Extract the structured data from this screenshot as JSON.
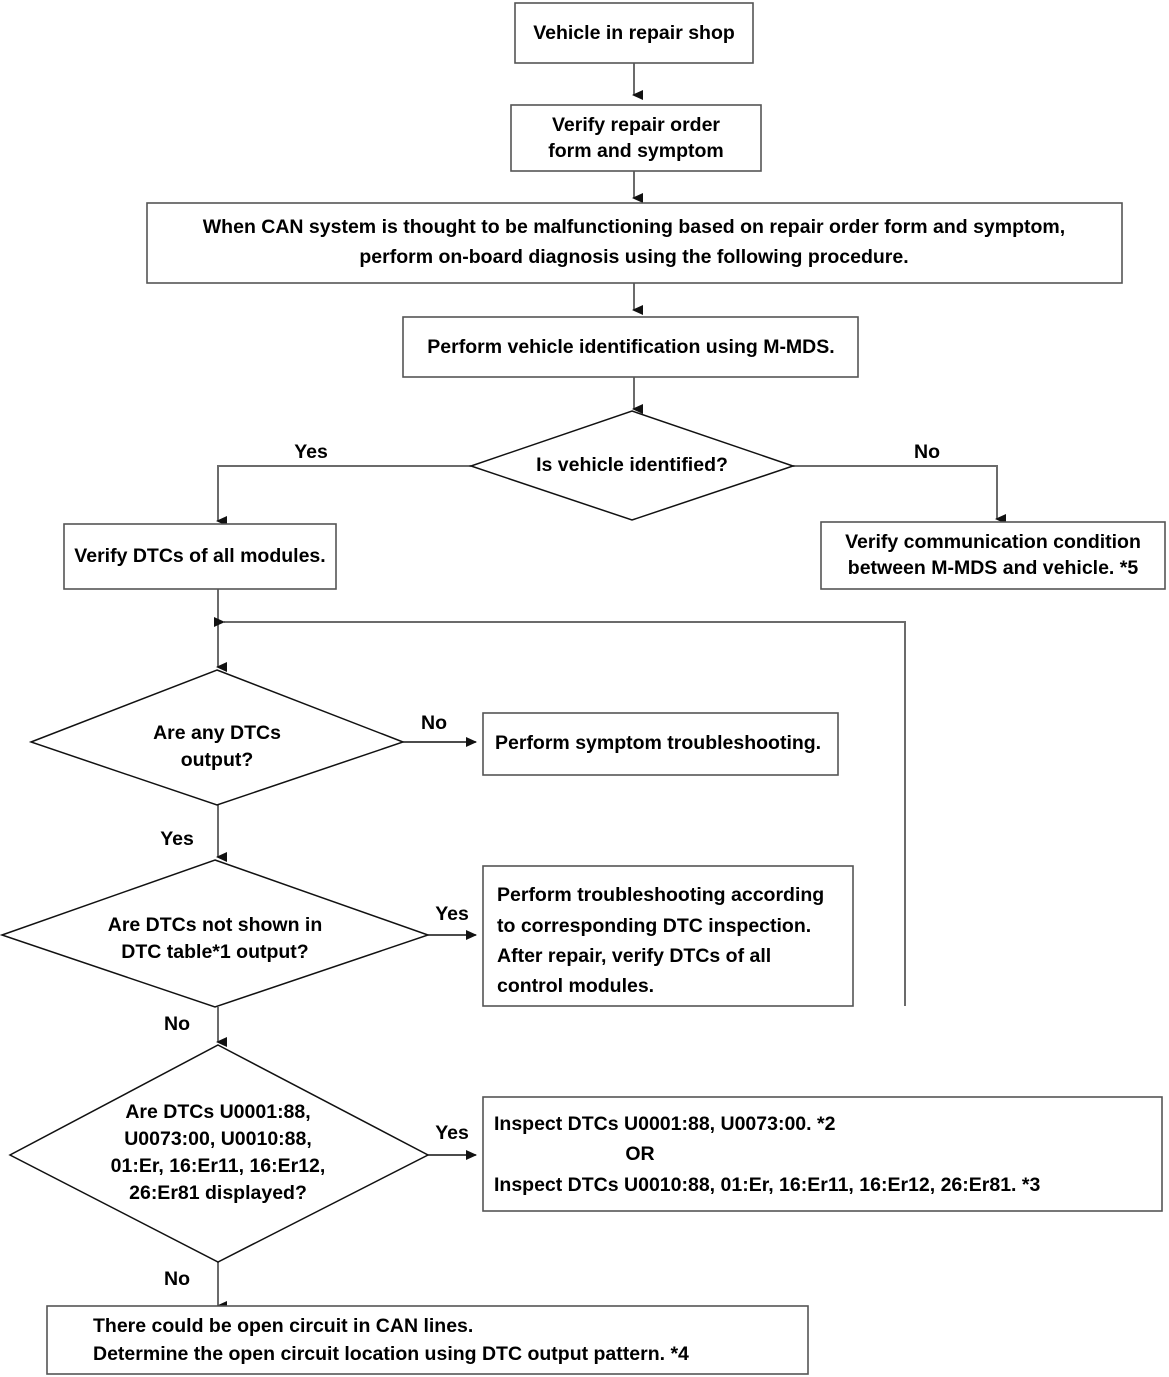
{
  "diagram": {
    "title": "CAN system on-board diagnosis flowchart",
    "nodes": {
      "start": {
        "label": "Vehicle in repair shop"
      },
      "verify_order": {
        "line1": "Verify repair order",
        "line2": "form and symptom"
      },
      "can_note": {
        "line1": "When CAN system is thought to be malfunctioning based on repair order form and symptom,",
        "line2": "perform on-board diagnosis using the following procedure."
      },
      "vehicle_id": {
        "label": "Perform vehicle identification using M-MDS."
      },
      "is_identified": {
        "label": "Is vehicle identified?"
      },
      "verify_dtcs": {
        "label": "Verify DTCs of all modules."
      },
      "verify_comm": {
        "line1": "Verify communication condition",
        "line2": "between M-MDS and vehicle. *5"
      },
      "any_dtcs": {
        "line1": "Are any DTCs",
        "line2": "output?"
      },
      "symptom_ts": {
        "label": "Perform symptom troubleshooting."
      },
      "not_in_table": {
        "line1": "Are DTCs not shown in",
        "line2": "DTC table*1 output?"
      },
      "perform_ts": {
        "line1": "Perform troubleshooting according",
        "line2": "to corresponding DTC inspection.",
        "line3": "After repair, verify DTCs of all",
        "line4": "control modules."
      },
      "dtcs_displayed": {
        "line1": "Are DTCs U0001:88,",
        "line2": "U0073:00, U0010:88,",
        "line3": "01:Er, 16:Er11, 16:Er12,",
        "line4": "26:Er81 displayed?"
      },
      "inspect_dtcs": {
        "line1": "Inspect DTCs U0001:88, U0073:00.  *2",
        "line2": "OR",
        "line3": "Inspect DTCs U0010:88, 01:Er, 16:Er11, 16:Er12, 26:Er81.  *3"
      },
      "open_circuit": {
        "line1": "There could be open circuit in CAN lines.",
        "line2": "Determine the open circuit location using DTC output pattern.   *4"
      }
    },
    "edge_labels": {
      "id_yes": "Yes",
      "id_no": "No",
      "anydtc_no": "No",
      "anydtc_yes": "Yes",
      "table_yes": "Yes",
      "table_no": "No",
      "dtcs_yes": "Yes",
      "dtcs_no": "No"
    },
    "colors": {
      "background": "#ffffff",
      "box_stroke": "#555555",
      "diamond_stroke": "#111111",
      "connector": "#6b6b6b",
      "text": "#000000"
    }
  }
}
